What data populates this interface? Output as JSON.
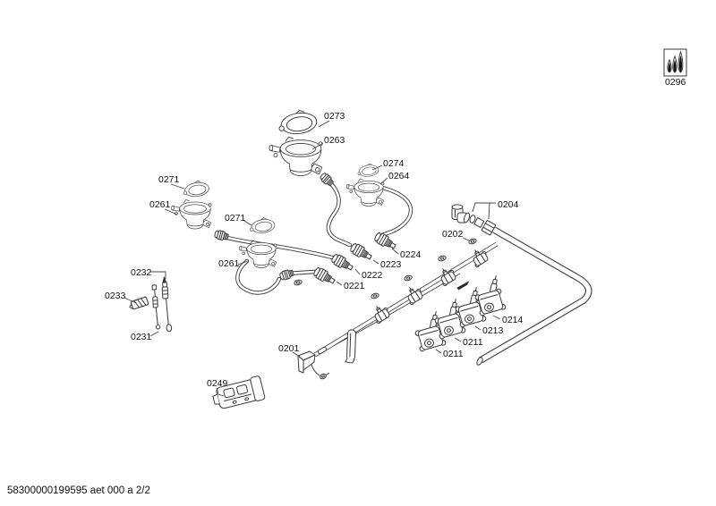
{
  "document": {
    "footer": "58300000199595 aet 000 a 2/2"
  },
  "badge": {
    "label": "0296"
  },
  "callouts": [
    {
      "label": "0273"
    },
    {
      "label": "0263"
    },
    {
      "label": "0274"
    },
    {
      "label": "0264"
    },
    {
      "label": "0271"
    },
    {
      "label": "0261"
    },
    {
      "label": "0271"
    },
    {
      "label": "0261"
    },
    {
      "label": "0204"
    },
    {
      "label": "0202"
    },
    {
      "label": "0224"
    },
    {
      "label": "0223"
    },
    {
      "label": "0222"
    },
    {
      "label": "0221"
    },
    {
      "label": "0232"
    },
    {
      "label": "0233"
    },
    {
      "label": "0231"
    },
    {
      "label": "0214"
    },
    {
      "label": "0213"
    },
    {
      "label": "0211"
    },
    {
      "label": "0211"
    },
    {
      "label": "0201"
    },
    {
      "label": "0249"
    }
  ]
}
